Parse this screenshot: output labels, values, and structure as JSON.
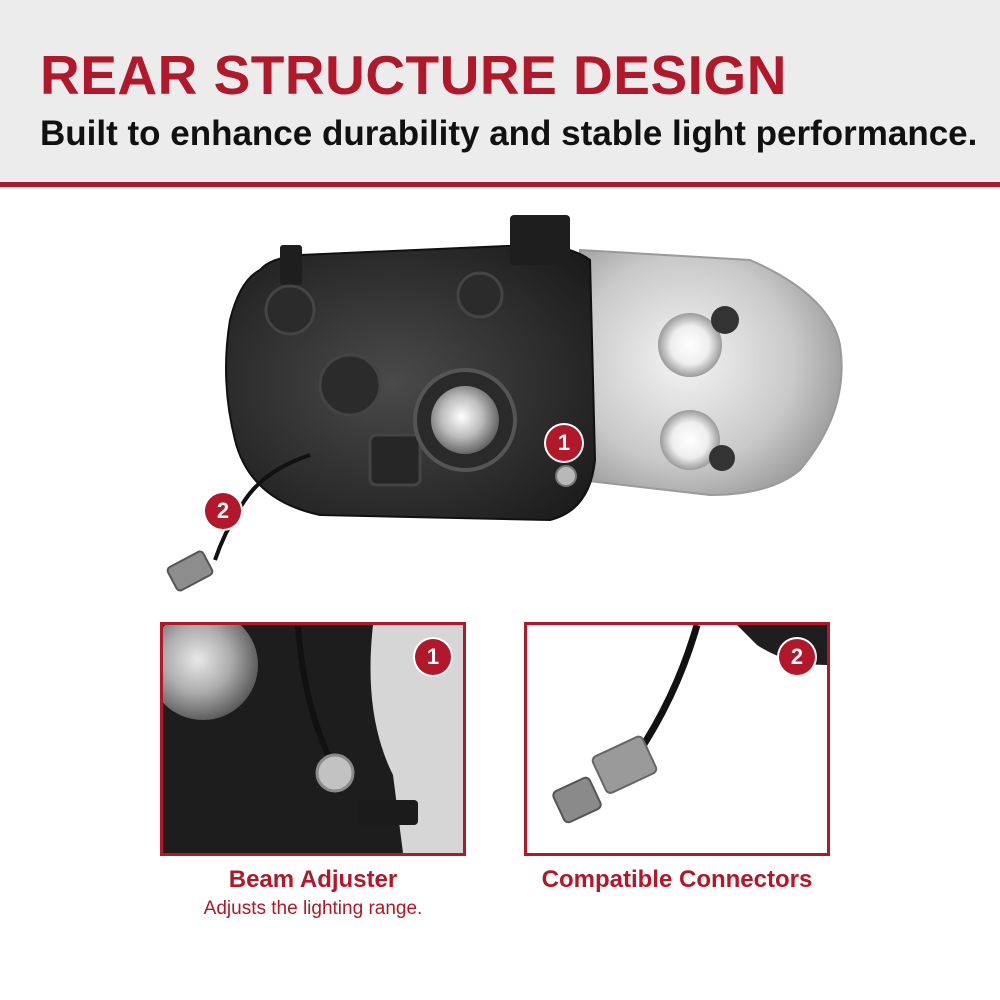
{
  "header": {
    "title": "REAR STRUCTURE DESIGN",
    "subtitle": "Built to enhance durability and stable light performance."
  },
  "hero": {
    "callouts": [
      {
        "number": "1"
      },
      {
        "number": "2"
      }
    ]
  },
  "features": [
    {
      "number": "1",
      "title": "Beam Adjuster",
      "description": "Adjusts the lighting range."
    },
    {
      "number": "2",
      "title": "Compatible Connectors"
    }
  ],
  "colors": {
    "accent": "#b3172a",
    "header_bg": "#ececec",
    "text_dark": "#111111"
  }
}
